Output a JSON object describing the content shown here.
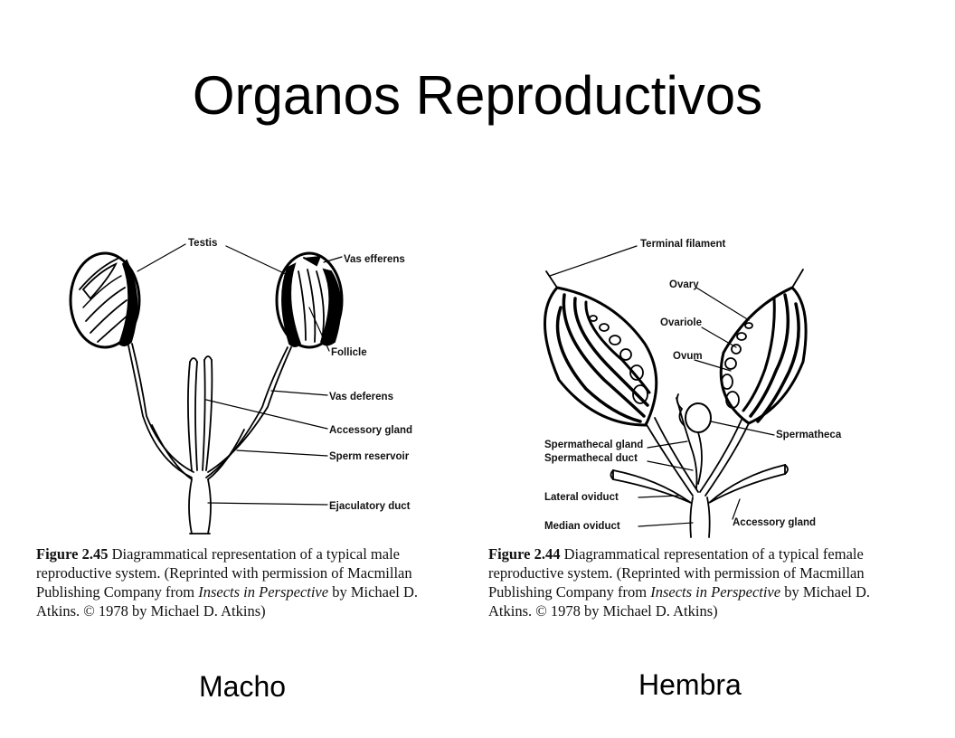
{
  "slide": {
    "title": "Organos Reproductivos",
    "male_label": "Macho",
    "female_label": "Hembra"
  },
  "male_figure": {
    "labels": {
      "testis": "Testis",
      "vas_efferens": "Vas efferens",
      "follicle": "Follicle",
      "vas_deferens": "Vas deferens",
      "accessory_gland": "Accessory gland",
      "sperm_reservoir": "Sperm reservoir",
      "ejaculatory_duct": "Ejaculatory duct"
    },
    "caption": {
      "figure_number": "Figure 2.45",
      "text_1": "Diagrammatical representation of a typical male reproductive system. (Reprinted with permission of Macmillan Publishing Company from",
      "book": "Insects in Perspective",
      "text_2": "by Michael D. Atkins. © 1978 by Michael D. Atkins)"
    }
  },
  "female_figure": {
    "labels": {
      "terminal_filament": "Terminal filament",
      "ovary": "Ovary",
      "ovariole": "Ovariole",
      "ovum": "Ovum",
      "spermatheca": "Spermatheca",
      "spermathecal_gland": "Spermathecal gland",
      "spermathecal_duct": "Spermathecal duct",
      "lateral_oviduct": "Lateral oviduct",
      "median_oviduct": "Median oviduct",
      "accessory_gland": "Accessory gland"
    },
    "caption": {
      "figure_number": "Figure 2.44",
      "text_1": "Diagrammatical representation of a typical female reproductive system. (Reprinted with permission of Macmillan Publishing Company from",
      "book": "Insects in Perspective",
      "text_2": "by Michael D. Atkins. © 1978 by Michael D. Atkins)"
    }
  }
}
